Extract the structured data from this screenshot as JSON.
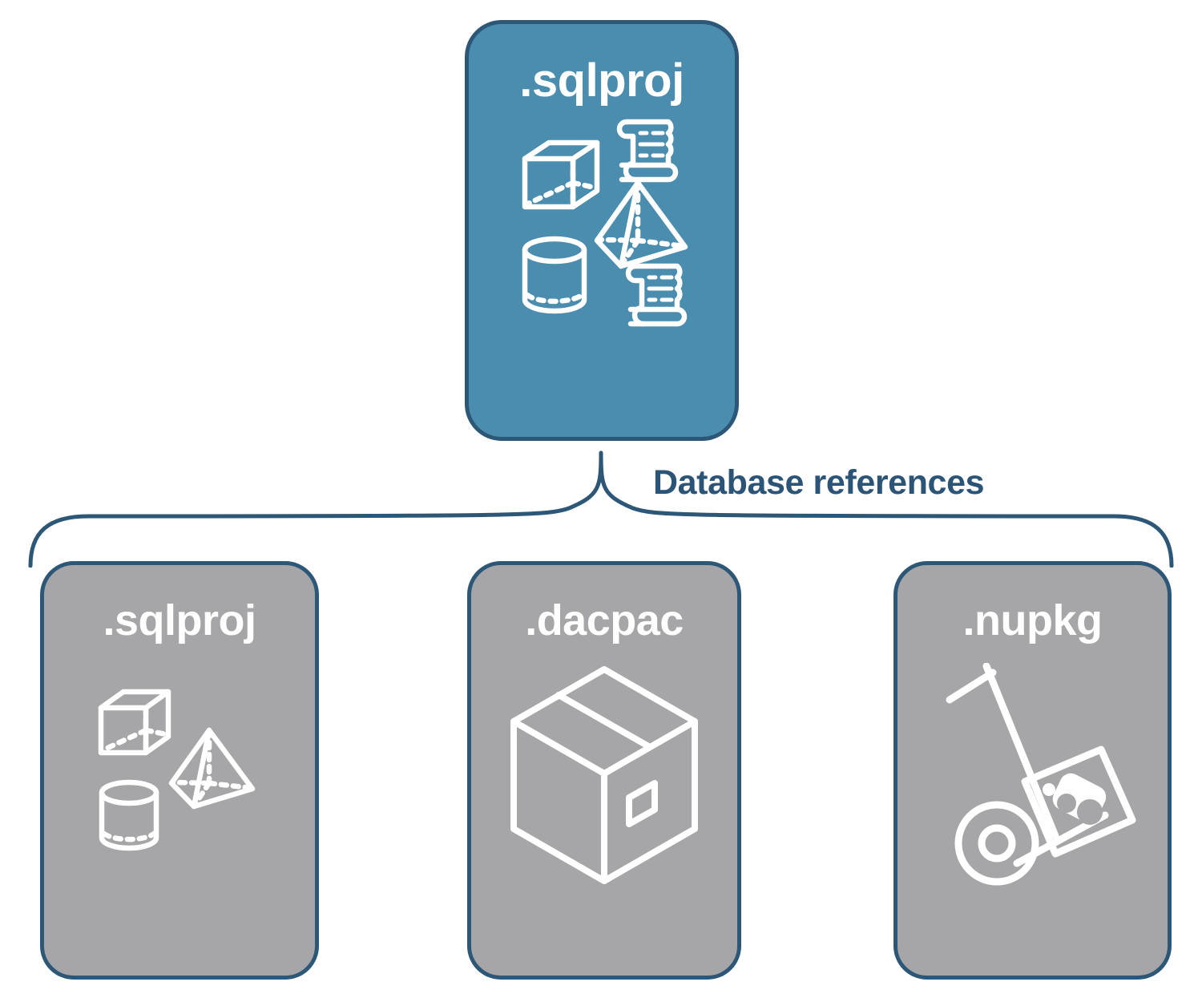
{
  "diagram": {
    "title": "SQL project database references",
    "accent_color": "#4a8daf",
    "neutral_color": "#a6a6a8",
    "stroke_color": "#2d5776",
    "label_color": "#2b5476",
    "icon_color": "#ffffff"
  },
  "root_card": {
    "label": ".sqlproj",
    "fill": "#4a8daf",
    "icons": [
      "cube-icon",
      "pyramid-icon",
      "cylinder-icon",
      "scroll-icon",
      "scroll-icon"
    ]
  },
  "connector": {
    "label": "Database references",
    "style": "curly-brace",
    "branch_count": 3
  },
  "reference_cards": [
    {
      "label": ".sqlproj",
      "fill": "#a6a6a8",
      "icons": [
        "cube-icon",
        "pyramid-icon",
        "cylinder-icon"
      ]
    },
    {
      "label": ".dacpac",
      "fill": "#a6a6a8",
      "icons": [
        "package-box-icon"
      ]
    },
    {
      "label": ".nupkg",
      "fill": "#a6a6a8",
      "icons": [
        "hand-truck-icon",
        "nuget-package-icon"
      ]
    }
  ]
}
